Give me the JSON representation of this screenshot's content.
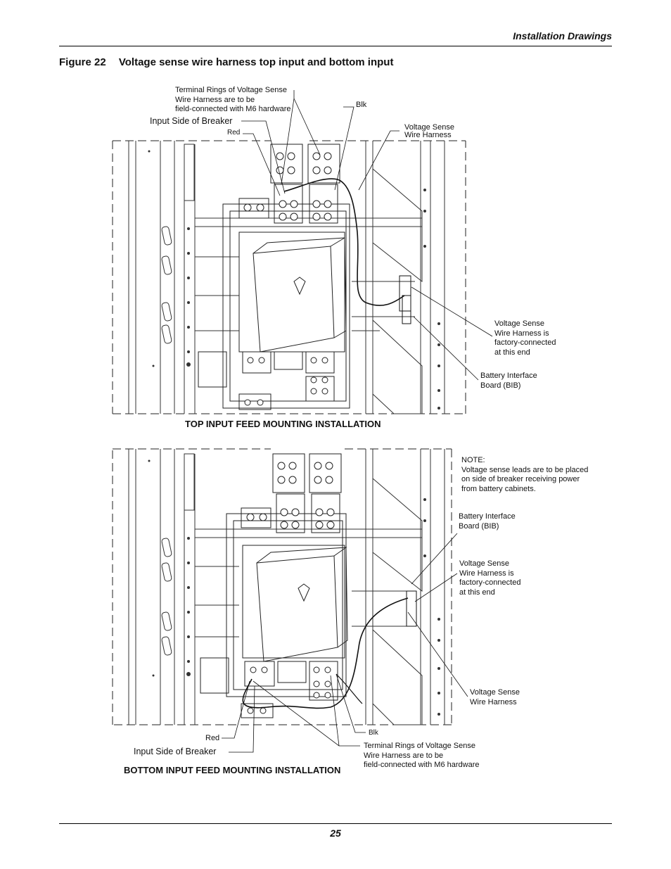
{
  "header": {
    "section_title": "Installation Drawings"
  },
  "figure": {
    "number": "Figure 22",
    "title": "Voltage sense wire harness top input and bottom input"
  },
  "top_drawing": {
    "caption": "TOP INPUT FEED MOUNTING INSTALLATION",
    "labels": {
      "terminal_rings": [
        "Terminal Rings of Voltage Sense",
        "Wire Harness are to be",
        "field-connected with M6 hardware"
      ],
      "input_side": "Input Side of Breaker",
      "red": "Red",
      "blk": "Blk",
      "harness": [
        "Voltage Sense",
        "Wire Harness"
      ],
      "factory_connected": [
        "Voltage Sense",
        "Wire Harness is",
        "factory-connected",
        "at this end"
      ],
      "bib": [
        "Battery Interface",
        "Board (BIB)"
      ]
    }
  },
  "bottom_drawing": {
    "caption": "BOTTOM INPUT FEED MOUNTING INSTALLATION",
    "labels": {
      "note": [
        "NOTE:",
        "Voltage sense leads are to be placed",
        "on side of breaker receiving power",
        "from battery cabinets."
      ],
      "bib": [
        "Battery Interface",
        "Board (BIB)"
      ],
      "factory_connected": [
        "Voltage Sense",
        "Wire Harness is",
        "factory-connected",
        "at this end"
      ],
      "harness": [
        "Voltage Sense",
        "Wire Harness"
      ],
      "blk": "Blk",
      "red": "Red",
      "input_side": "Input Side of Breaker",
      "terminal_rings": [
        "Terminal Rings of Voltage Sense",
        "Wire Harness are to be",
        "field-connected with M6 hardware"
      ]
    }
  },
  "footer": {
    "page_number": "25"
  }
}
